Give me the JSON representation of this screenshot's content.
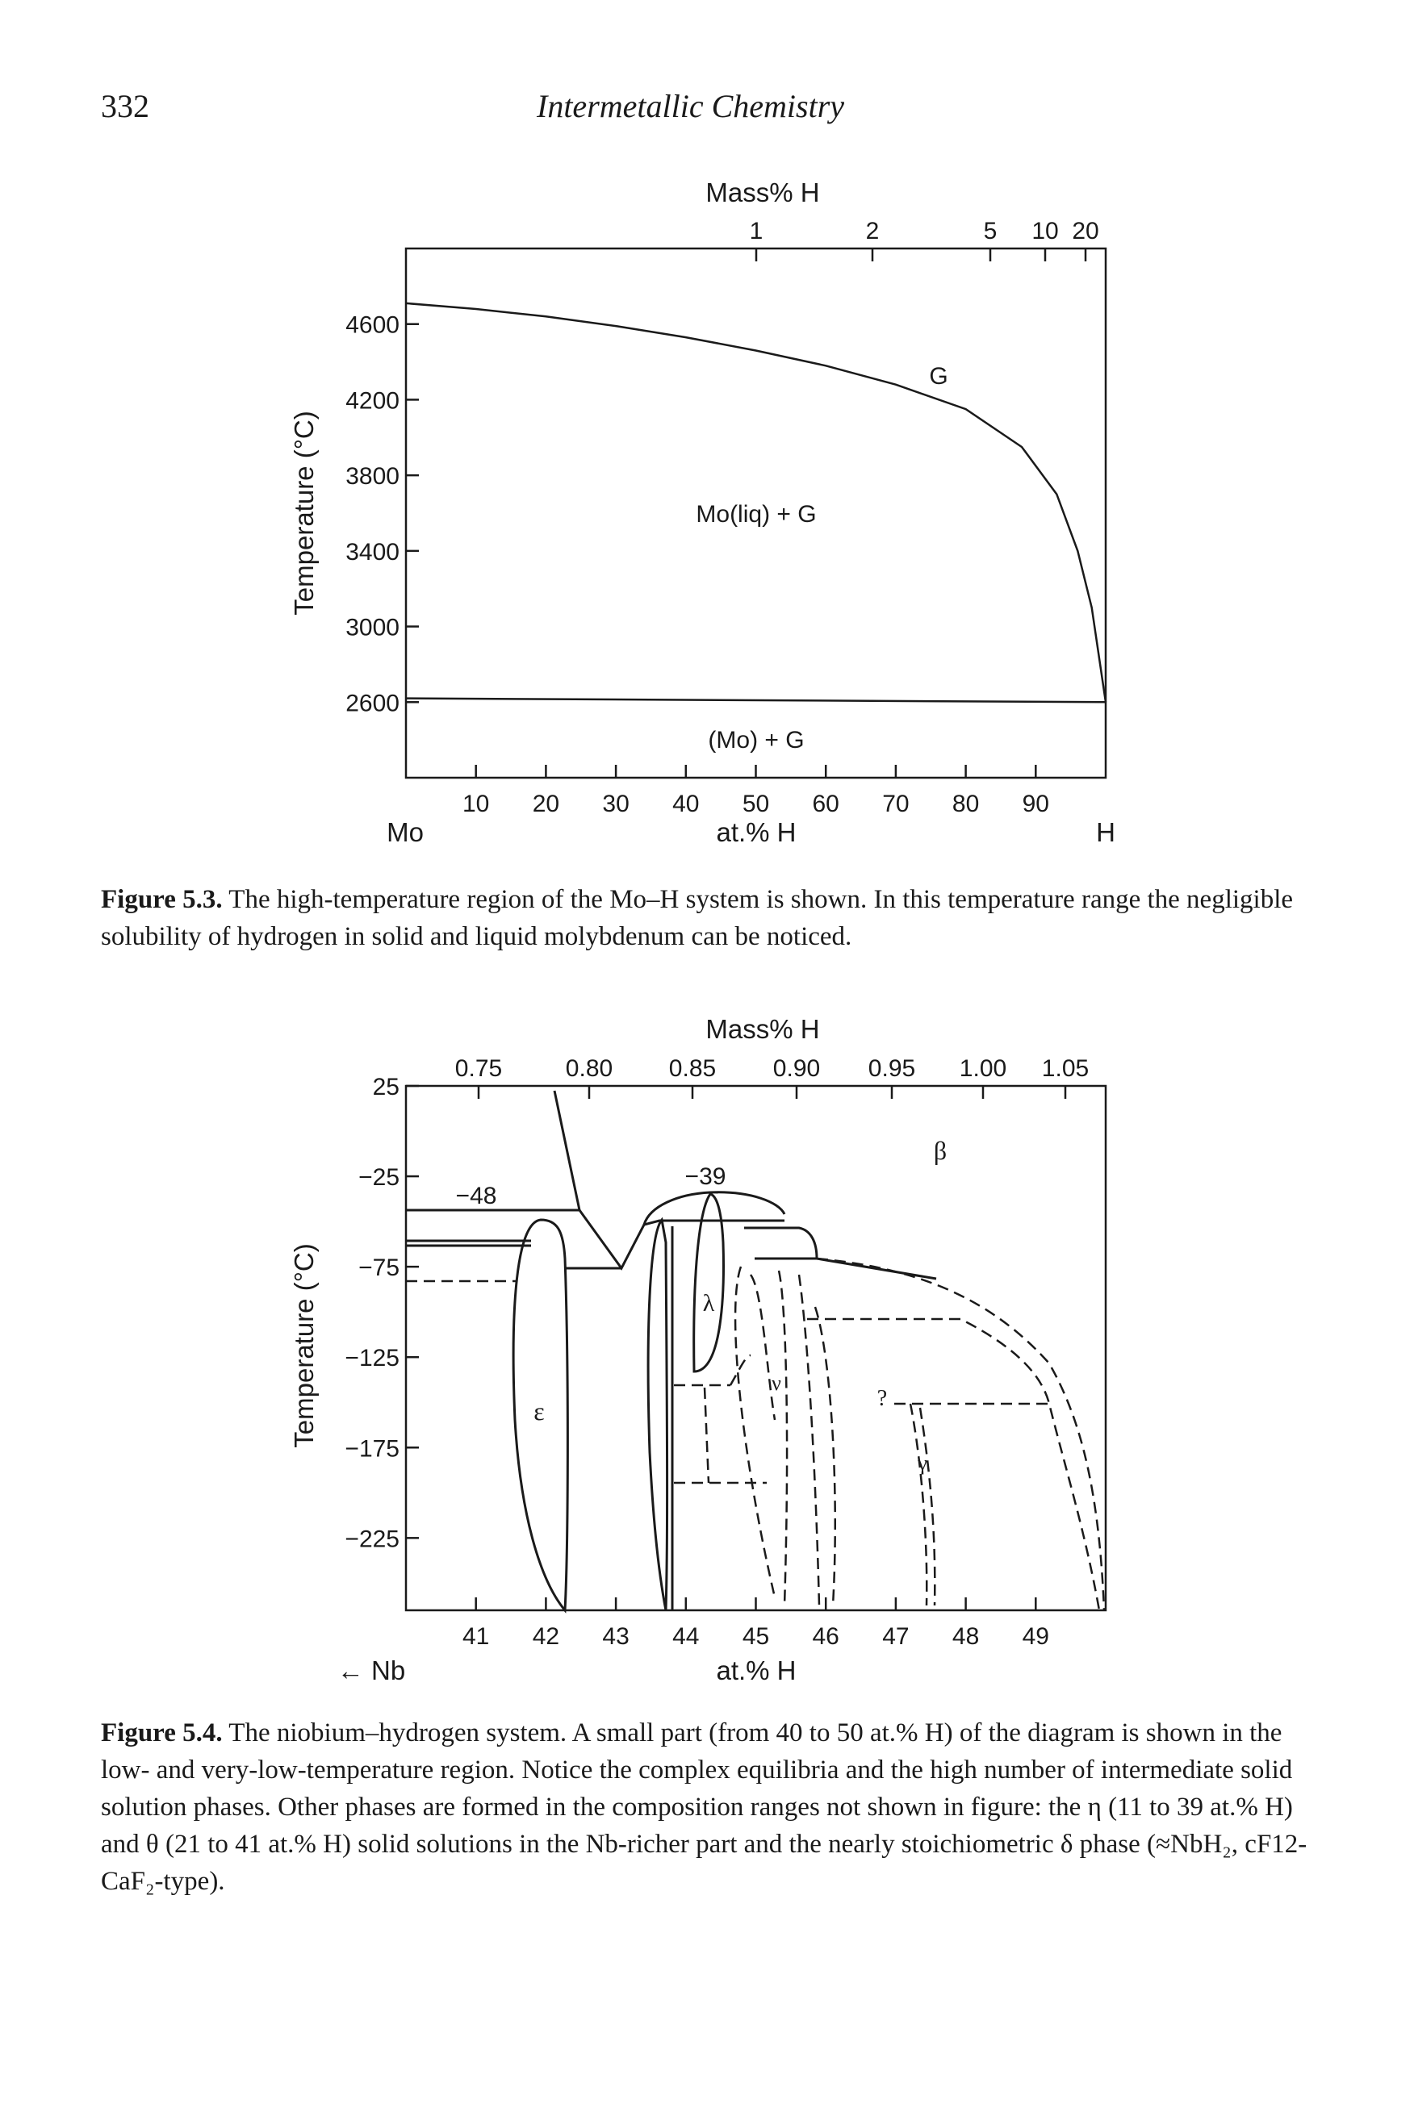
{
  "header": {
    "page_number": "332",
    "running_title": "Intermetallic Chemistry"
  },
  "figure_1": {
    "caption_label": "Figure 5.3.",
    "caption_text": "The high-temperature region of the Mo–H system is shown. In this temperature range the negligible solubility of hydrogen in solid and liquid molybdenum can be noticed.",
    "chart_data": {
      "type": "phase-diagram",
      "top_axis_label": "Mass% H",
      "top_ticks": [
        "1",
        "2",
        "5",
        "10",
        "20"
      ],
      "xlabel": "at.% H",
      "ylabel": "Temperature (°C)",
      "x_ticks": [
        10,
        20,
        30,
        40,
        50,
        60,
        70,
        80,
        90
      ],
      "y_ticks": [
        4600,
        4200,
        3800,
        3400,
        3000,
        2600
      ],
      "xlim": [
        0,
        100
      ],
      "ylim": [
        2200,
        5000
      ],
      "left_end_label": "Mo",
      "right_end_label": "H",
      "region_labels": [
        "G",
        "Mo(liq) + G",
        "(Mo) + G"
      ],
      "boundary_upper": [
        [
          0,
          4710
        ],
        [
          10,
          4680
        ],
        [
          20,
          4640
        ],
        [
          30,
          4590
        ],
        [
          40,
          4530
        ],
        [
          50,
          4460
        ],
        [
          60,
          4380
        ],
        [
          70,
          4280
        ],
        [
          80,
          4150
        ],
        [
          88,
          3950
        ],
        [
          93,
          3700
        ],
        [
          96,
          3400
        ],
        [
          98,
          3100
        ],
        [
          100,
          2600
        ]
      ],
      "boundary_lower": [
        [
          0,
          2620
        ],
        [
          100,
          2600
        ]
      ]
    }
  },
  "figure_2": {
    "caption_label": "Figure 5.4.",
    "caption_text": "The niobium–hydrogen system. A small part (from 40 to 50 at.% H) of the diagram is shown in the low- and very-low-temperature region. Notice the complex equilibria and the high number of intermediate solid solution phases. Other phases are formed in the composition ranges not shown in figure: the η (11 to 39 at.% H) and θ (21 to 41 at.% H) solid solutions in the Nb-richer part and the nearly stoichiometric δ phase (≈NbH₂, cF12-CaF₂-type).",
    "chart_data": {
      "type": "phase-diagram",
      "top_axis_label": "Mass% H",
      "top_ticks": [
        "0.75",
        "0.80",
        "0.85",
        "0.90",
        "0.95",
        "1.00",
        "1.05"
      ],
      "xlabel": "at.% H",
      "ylabel": "Temperature (°C)",
      "x_ticks": [
        41,
        42,
        43,
        44,
        45,
        46,
        47,
        48,
        49
      ],
      "y_ticks": [
        25,
        -25,
        -75,
        -125,
        -175,
        -225
      ],
      "xlim": [
        40,
        50
      ],
      "ylim": [
        -265,
        25
      ],
      "left_end_label": "← Nb",
      "phase_labels": [
        "β",
        "ε",
        "λ",
        "ν",
        "γ",
        "?"
      ],
      "temperature_annotations": [
        "−48",
        "−39"
      ]
    }
  }
}
